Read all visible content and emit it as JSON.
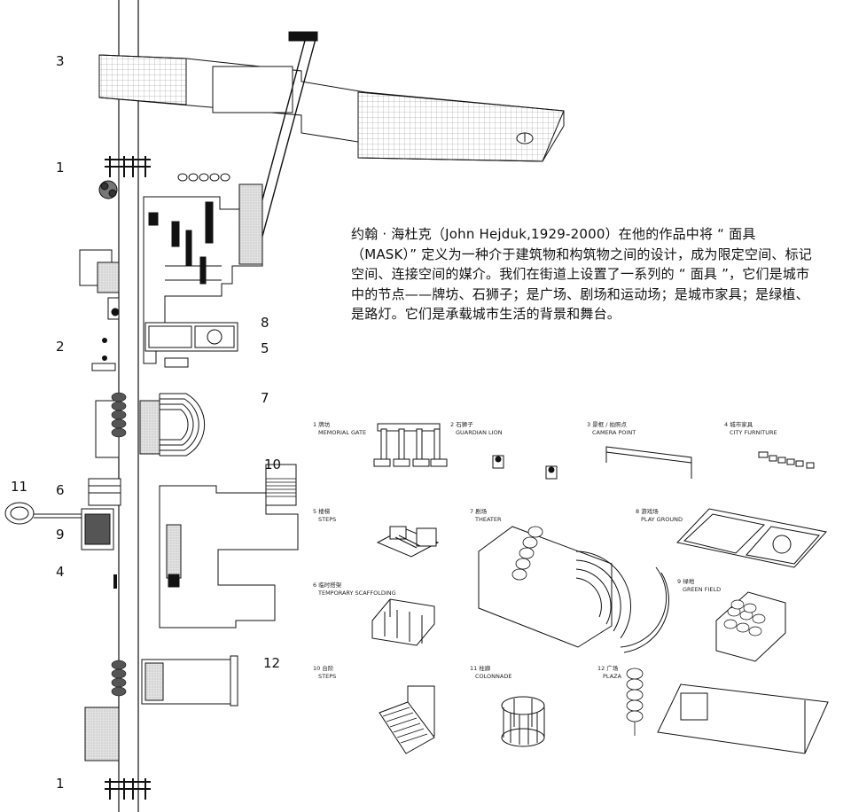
{
  "intro_text": "约翰 · 海杜克（John Hejduk,1929-2000）在他的作品中将 “ 面具（MASK）” 定义为一种介于建筑物和构筑物之间的设计，成为限定空间、标记空间、连接空间的媒介。我们在街道上设置了一系列的 “ 面具 ”，它们是城市中的节点——牌坊、石狮子；是广场、剧场和运动场；是城市家具；是绿植、是路灯。它们是承载城市生活的背景和舞台。",
  "plan_numbers": {
    "n3": "3",
    "n1_top": "1",
    "n2": "2",
    "n6": "6",
    "n9": "9",
    "n4": "4",
    "n11": "11",
    "n1_bottom": "1",
    "n8": "8",
    "n5": "5",
    "n7": "7",
    "n10": "10",
    "n12": "12"
  },
  "elements": [
    {
      "zh": "1 牌坊",
      "en": "MEMORIAL GATE"
    },
    {
      "zh": "2 石狮子",
      "en": "GUARDIAN LION"
    },
    {
      "zh": "3 景框 / 拍照点",
      "en": "CAMERA POINT"
    },
    {
      "zh": "4 城市家具",
      "en": "CITY FURNITURE"
    },
    {
      "zh": "5 楼梯",
      "en": "STEPS"
    },
    {
      "zh": "7 剧场",
      "en": "THEATER"
    },
    {
      "zh": "8 游戏场",
      "en": "PLAY GROUND"
    },
    {
      "zh": "9 绿地",
      "en": "GREEN FIELD"
    },
    {
      "zh": "6 临时搭架",
      "en": "TEMPORARY SCAFFOLDING"
    },
    {
      "zh": "10 台阶",
      "en": "STEPS"
    },
    {
      "zh": "11 柱廊",
      "en": "COLONNADE"
    },
    {
      "zh": "12 广场",
      "en": "PLAZA"
    }
  ],
  "colors": {
    "ink": "#111111",
    "grid": "#999999",
    "fill_grey": "#d9d9d9"
  }
}
